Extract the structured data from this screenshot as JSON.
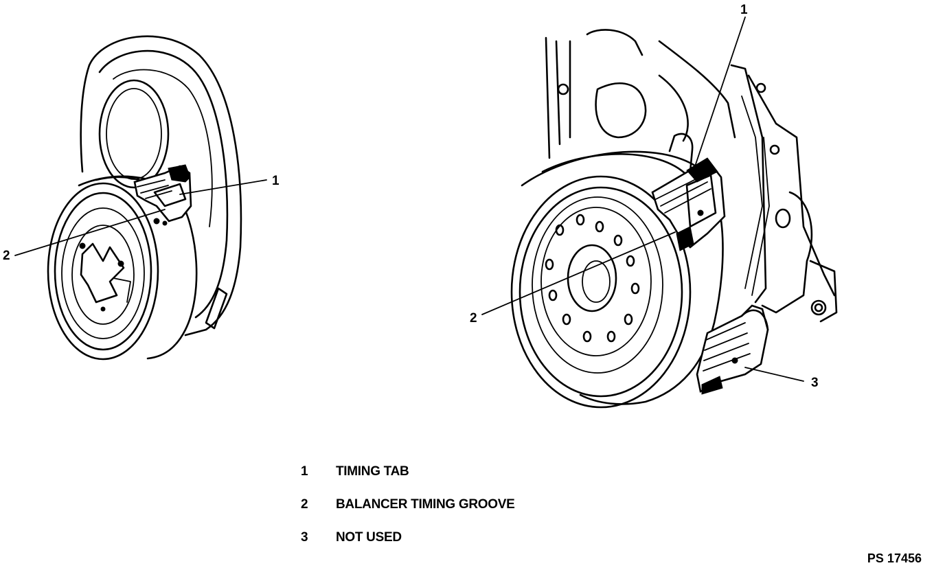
{
  "callouts": {
    "left_1": "1",
    "left_2": "2",
    "right_1": "1",
    "right_2": "2",
    "right_3": "3"
  },
  "legend": [
    {
      "num": "1",
      "text": "TIMING TAB"
    },
    {
      "num": "2",
      "text": "BALANCER TIMING GROOVE"
    },
    {
      "num": "3",
      "text": "NOT USED"
    }
  ],
  "figure_id": "PS 17456"
}
